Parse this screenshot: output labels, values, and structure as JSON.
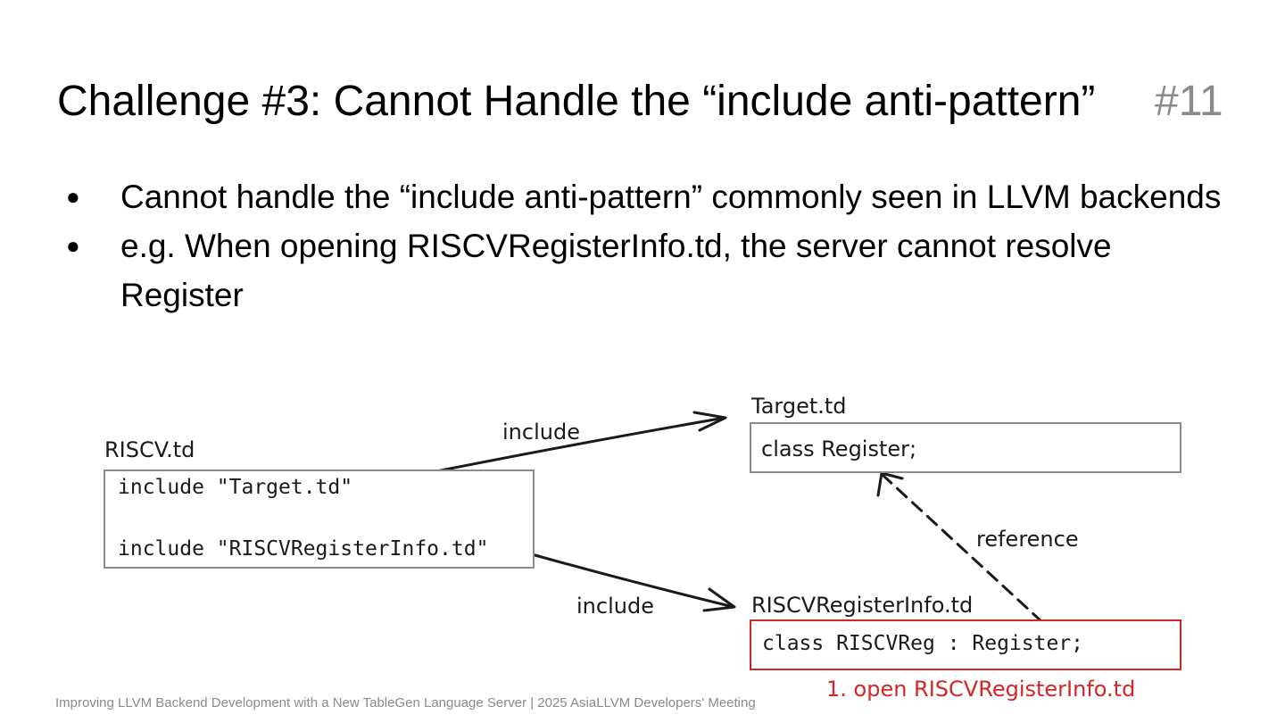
{
  "slide": {
    "title": "Challenge #3: Cannot Handle the “include anti-pattern”",
    "number": "#11",
    "footer": "Improving LLVM Backend Development with a New TableGen Language Server | 2025 AsiaLLVM Developers' Meeting"
  },
  "bullets": [
    {
      "marker": "●",
      "text": "Cannot handle the “include anti-pattern” commonly seen in LLVM backends"
    },
    {
      "marker": "●",
      "text": "e.g. When opening RISCVRegisterInfo.td, the server cannot resolve Register"
    }
  ],
  "diagram": {
    "riscv_file": {
      "name": "RISCV.td",
      "lines": [
        "include \"Target.td\"",
        "include \"RISCVRegisterInfo.td\""
      ]
    },
    "target_file": {
      "name": "Target.td",
      "content": "class Register;"
    },
    "reginfo_file": {
      "name": "RISCVRegisterInfo.td",
      "content": "class RISCVReg : Register;"
    },
    "edges": {
      "include_top": "include",
      "include_bottom": "include",
      "reference": "reference"
    },
    "step_note": "1. open RISCVRegisterInfo.td",
    "colors": {
      "highlight": "#d32626",
      "box_border": "#8c8c8c",
      "ink": "#1a1a1a"
    }
  }
}
